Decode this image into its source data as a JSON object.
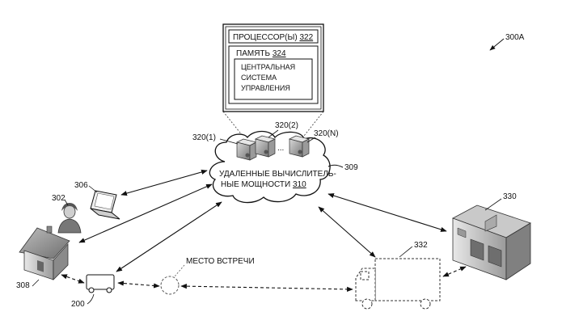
{
  "figure_label": "300A",
  "processor": {
    "label": "ПРОЦЕССОР(Ы)",
    "ref": "322"
  },
  "memory": {
    "label": "ПАМЯТЬ",
    "ref": "324"
  },
  "control_system": {
    "line1": "ЦЕНТРАЛЬНАЯ",
    "line2": "СИСТЕМА",
    "line3": "УПРАВЛЕНИЯ"
  },
  "servers": {
    "ref1": "320(1)",
    "ref2": "320(2)",
    "refN": "320(N)",
    "ellipsis": "..."
  },
  "cloud": {
    "line1": "УДАЛЕННЫЕ ВЫЧИСЛИТЕЛЬ-",
    "line2": "НЫЕ МОЩНОСТИ",
    "ref": "310",
    "callout": "309"
  },
  "laptop": {
    "ref": "306"
  },
  "user": {
    "ref": "302"
  },
  "house": {
    "ref": "308"
  },
  "vehicle": {
    "ref": "200"
  },
  "meeting_point": {
    "label": "МЕСТО ВСТРЕЧИ"
  },
  "truck": {
    "ref": "332"
  },
  "warehouse": {
    "ref": "330"
  }
}
